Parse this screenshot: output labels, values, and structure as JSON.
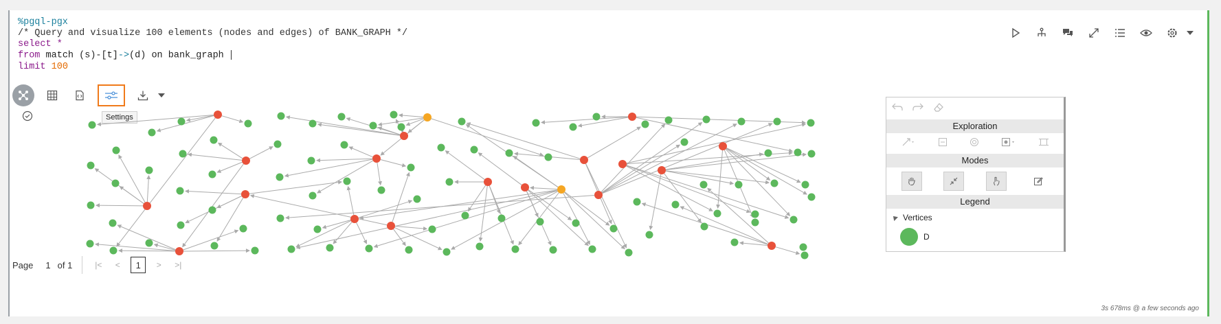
{
  "code": {
    "magic": "%pgql-pgx",
    "comment": "/* Query and visualize 100 elements (nodes and edges) of BANK_GRAPH */",
    "select_kw": "select",
    "select_rest": " *",
    "from_kw": "from",
    "match_kw": "match",
    "match_pre": " (s)-[t]",
    "match_arrow": "->",
    "match_post": "(d) on bank_graph ",
    "limit_kw": "limit",
    "limit_val": " 100"
  },
  "toolbar": {
    "icons": [
      "play-icon",
      "graph-icon",
      "chat-icon",
      "expand-icon",
      "list-icon",
      "eye-icon",
      "gear-icon"
    ]
  },
  "viz_toolbar": {
    "tooltip": "Settings"
  },
  "graph": {
    "node_types": {
      "D": "#5cb85c",
      "S": "#e8513a",
      "SD": "#f5a623"
    },
    "edge_color": "#aaaaaa",
    "edges_shown": true
  },
  "side_panel": {
    "exploration": "Exploration",
    "modes": "Modes",
    "legend": "Legend",
    "vertices": "Vertices",
    "legend_items": [
      {
        "label": "D",
        "color": "#5cb85c"
      }
    ]
  },
  "pager": {
    "page_label": "Page",
    "page_num": "1",
    "of_label": "of 1",
    "current": "1"
  },
  "timing": "3s 678ms @ a few seconds ago"
}
